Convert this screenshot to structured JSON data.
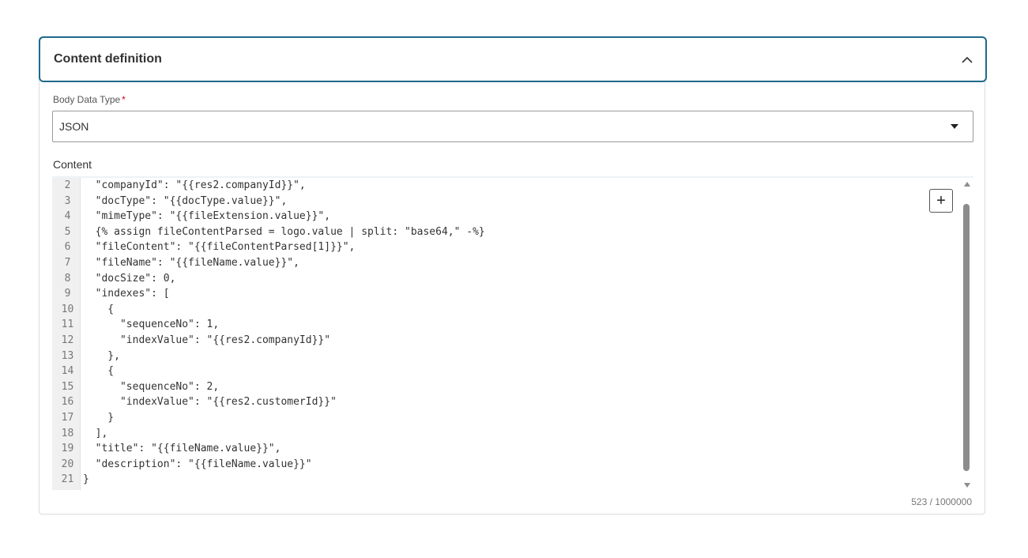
{
  "section": {
    "title": "Content definition",
    "toggle_icon": "chevron-up-icon"
  },
  "body_data_type": {
    "label": "Body Data Type",
    "required_marker": "*",
    "value": "JSON",
    "dropdown_icon": "caret-down-icon"
  },
  "content": {
    "label": "Content",
    "add_button_label": "+",
    "char_count": "523 / 1000000",
    "lines": [
      {
        "num": "2",
        "text": "  \"companyId\": \"{{res2.companyId}}\","
      },
      {
        "num": "3",
        "text": "  \"docType\": \"{{docType.value}}\","
      },
      {
        "num": "4",
        "text": "  \"mimeType\": \"{{fileExtension.value}}\","
      },
      {
        "num": "5",
        "text": "  {% assign fileContentParsed = logo.value | split: \"base64,\" -%}"
      },
      {
        "num": "6",
        "text": "  \"fileContent\": \"{{fileContentParsed[1]}}\","
      },
      {
        "num": "7",
        "text": "  \"fileName\": \"{{fileName.value}}\","
      },
      {
        "num": "8",
        "text": "  \"docSize\": 0,"
      },
      {
        "num": "9",
        "text": "  \"indexes\": ["
      },
      {
        "num": "10",
        "text": "    {"
      },
      {
        "num": "11",
        "text": "      \"sequenceNo\": 1,"
      },
      {
        "num": "12",
        "text": "      \"indexValue\": \"{{res2.companyId}}\""
      },
      {
        "num": "13",
        "text": "    },"
      },
      {
        "num": "14",
        "text": "    {"
      },
      {
        "num": "15",
        "text": "      \"sequenceNo\": 2,"
      },
      {
        "num": "16",
        "text": "      \"indexValue\": \"{{res2.customerId}}\""
      },
      {
        "num": "17",
        "text": "    }"
      },
      {
        "num": "18",
        "text": "  ],"
      },
      {
        "num": "19",
        "text": "  \"title\": \"{{fileName.value}}\","
      },
      {
        "num": "20",
        "text": "  \"description\": \"{{fileName.value}}\""
      },
      {
        "num": "21",
        "text": "}"
      }
    ]
  },
  "colors": {
    "accent": "#1d6a8c",
    "required": "#d0021b",
    "gutter": "#f0f0f0",
    "scrollbar": "#8c8c8c"
  }
}
